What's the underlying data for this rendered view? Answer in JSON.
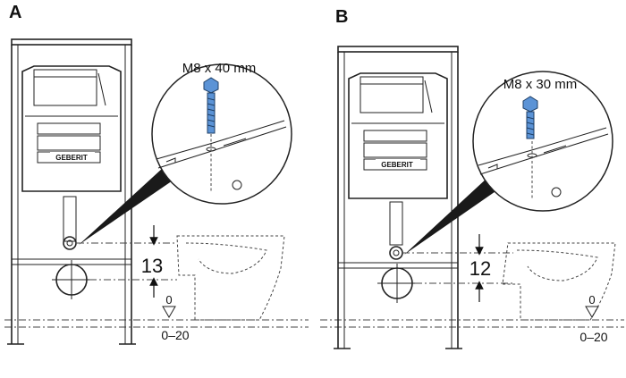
{
  "panels": [
    {
      "letter": "A",
      "screw_label": "M8 x 40 mm",
      "dimension_value": "13",
      "floor_zero": "0",
      "floor_range": "0–20",
      "logo_text": "GEBERIT"
    },
    {
      "letter": "B",
      "screw_label": "M8 x 30 mm",
      "dimension_value": "12",
      "floor_zero": "0",
      "floor_range": "0–20",
      "logo_text": "GEBERIT"
    }
  ],
  "colors": {
    "line": "#222222",
    "bolt_fill": "#5b93d6",
    "background": "#ffffff"
  }
}
